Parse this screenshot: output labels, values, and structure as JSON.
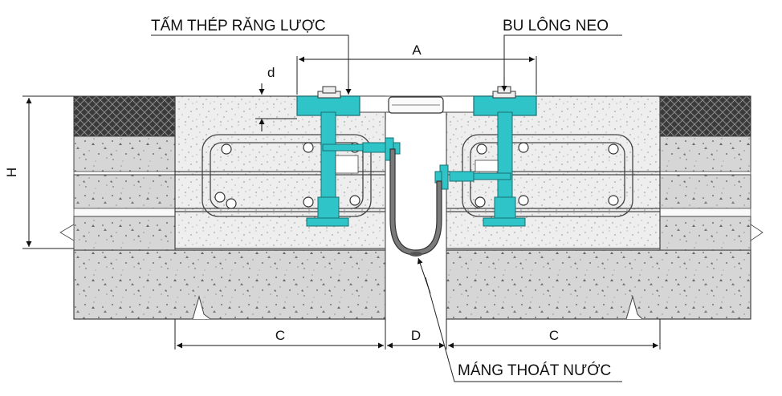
{
  "labels": {
    "comb_plate": "TẤM THÉP RĂNG LƯỢC",
    "anchor_bolt": "BU LÔNG NEO",
    "drain_gutter": "MÁNG THOÁT NƯỚC"
  },
  "dimensions": {
    "a": "A",
    "c_left": "C",
    "d_gap": "D",
    "c_right": "C",
    "h": "H",
    "d_small": "d"
  },
  "colors": {
    "steel": "#2ec4c8",
    "asphalt": "#3a3a3a",
    "slab": "#e6e6e6",
    "base": "#d4d4d4",
    "gutter": "#555555"
  }
}
